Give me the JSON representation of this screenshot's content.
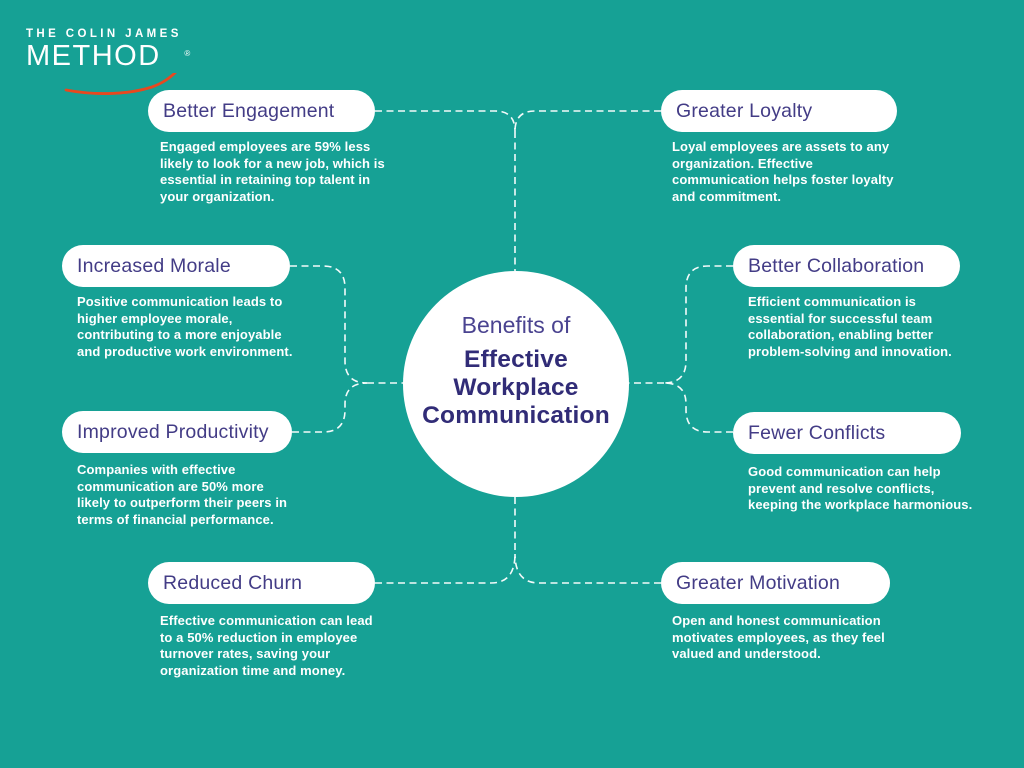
{
  "logo": {
    "line1": "THE COLIN JAMES",
    "line2": "METHOD",
    "registered": "®"
  },
  "center": {
    "subtitle": "Benefits of",
    "title": "Effective\nWorkplace\nCommunication"
  },
  "benefits": [
    {
      "id": "better-engagement",
      "label": "Better Engagement",
      "description": "Engaged employees are 59% less\nlikely to look for a new job, which is\nessential in retaining top talent in\nyour organization."
    },
    {
      "id": "greater-loyalty",
      "label": "Greater Loyalty",
      "description": "Loyal employees are assets to any\norganization. Effective\ncommunication helps foster loyalty\nand commitment."
    },
    {
      "id": "increased-morale",
      "label": "Increased Morale",
      "description": "Positive communication leads to\nhigher employee morale,\ncontributing to a more enjoyable\nand productive work environment."
    },
    {
      "id": "better-collaboration",
      "label": "Better Collaboration",
      "description": "Efficient communication is\nessential for successful team\ncollaboration, enabling better\nproblem-solving and innovation."
    },
    {
      "id": "improved-productivity",
      "label": "Improved Productivity",
      "description": "Companies with effective\ncommunication are 50% more\nlikely to outperform their peers in\nterms of financial performance."
    },
    {
      "id": "fewer-conflicts",
      "label": "Fewer Conflicts",
      "description": "Good communication can help\nprevent and resolve conflicts,\nkeeping the workplace harmonious."
    },
    {
      "id": "reduced-churn",
      "label": "Reduced Churn",
      "description": "Effective communication can lead\nto a 50% reduction in employee\nturnover rates, saving your\norganization time and money."
    },
    {
      "id": "greater-motivation",
      "label": "Greater Motivation",
      "description": "Open and honest communication\nmotivates employees, as they feel\nvalued and understood."
    }
  ],
  "colors": {
    "background": "#16A195",
    "pill_text": "#433C86",
    "title": "#312C77",
    "subtitle": "#4A4390",
    "body_text": "#FFFFFF",
    "connector": "#FFFFFF",
    "logo_accent": "#E8481F"
  }
}
